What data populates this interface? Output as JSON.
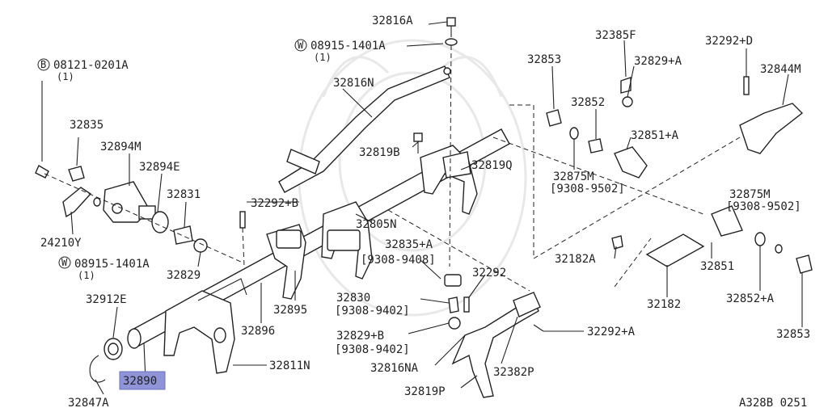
{
  "labels": {
    "l32816a": "32816A",
    "w1_part": "08915-1401A",
    "w1_qty": "(1)",
    "b_part": "08121-0201A",
    "b_qty": "(1)",
    "l32816n": "32816N",
    "l32835": "32835",
    "l32894m": "32894M",
    "l32894e": "32894E",
    "l32831": "32831",
    "l24210y": "24210Y",
    "w2_part": "08915-1401A",
    "w2_qty": "(1)",
    "l32829": "32829",
    "l32912e": "32912E",
    "l32890": "32890",
    "l32847a": "32847A",
    "l32811n": "32811N",
    "l32896": "32896",
    "l32895": "32895",
    "l32292b": "32292+B",
    "l32819b": "32819B",
    "l32805n": "32805N",
    "l32819q": "32819Q",
    "l32835a": "32835+A",
    "l32835a_date": "[9308-9408]",
    "l32830": "32830",
    "l32830_date": "[9308-9402]",
    "l32829b": "32829+B",
    "l32829b_date": "[9308-9402]",
    "l32292": "32292",
    "l32816na": "32816NA",
    "l32382p": "32382P",
    "l32819p": "32819P",
    "l32292a": "32292+A",
    "l32853_top": "32853",
    "l32385f": "32385F",
    "l32829a": "32829+A",
    "l32852": "32852",
    "l32851a": "32851+A",
    "l32875m_top": "32875M",
    "l32875m_top_date": "[9308-9502]",
    "l32292d": "32292+D",
    "l32844m": "32844M",
    "l32875m_right": "32875M",
    "l32875m_right_date": "[9308-9502]",
    "l32182a": "32182A",
    "l32182": "32182",
    "l32851": "32851",
    "l32852a": "32852+A",
    "l32853_bottom": "32853",
    "diagram_code": "A328B 0251"
  },
  "markers": {
    "washer": "W",
    "bolt": "B"
  },
  "colors": {
    "highlight": "#8f93d8",
    "line": "#222222",
    "background": "#ffffff"
  }
}
